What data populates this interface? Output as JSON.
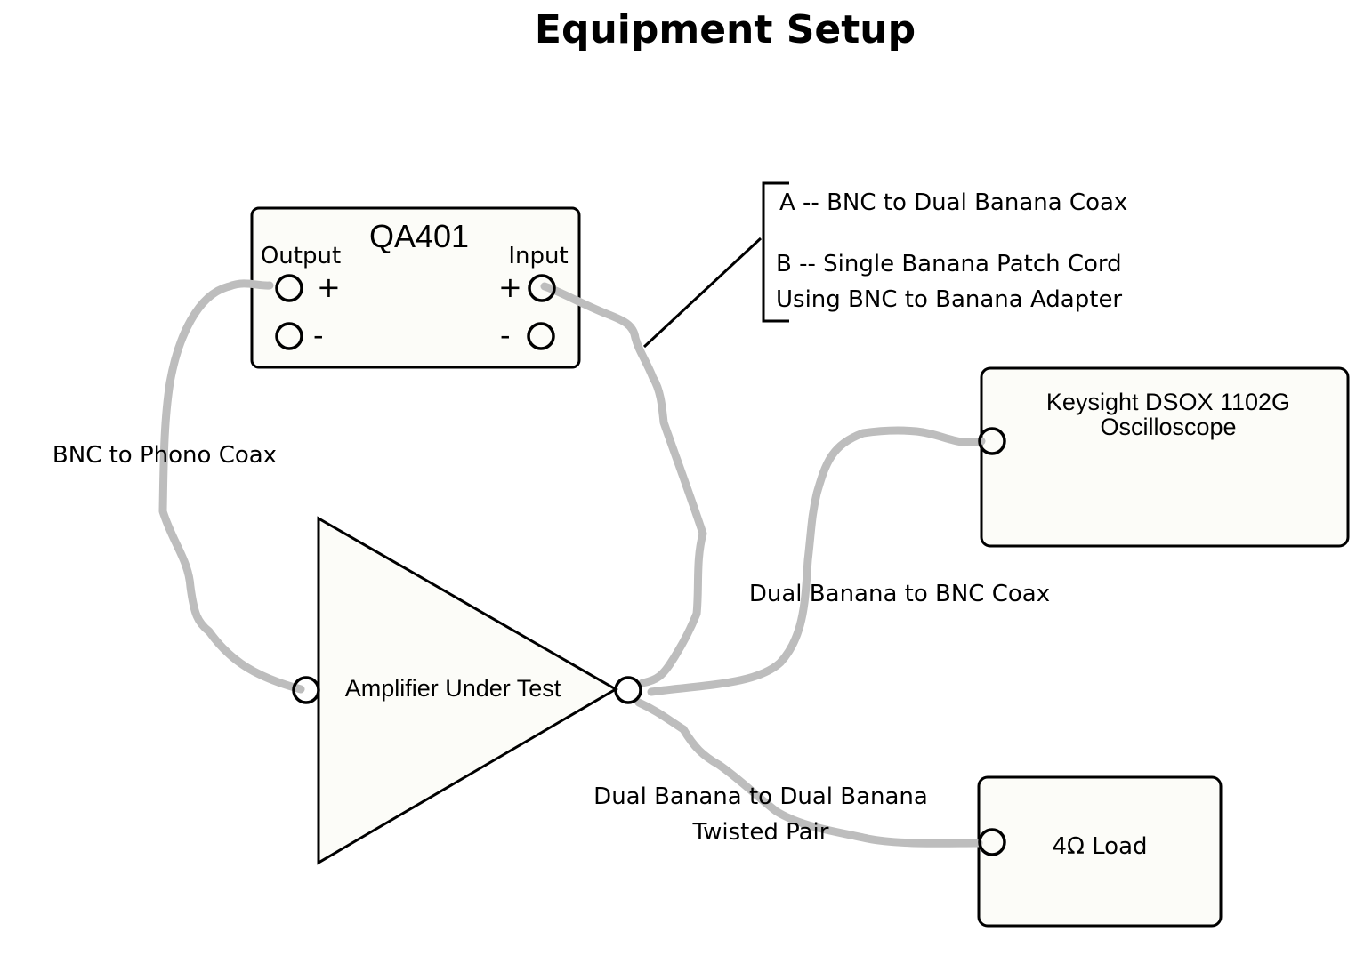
{
  "title": "Equipment Setup",
  "analyzer": {
    "name": "QA401",
    "output_label": "Output",
    "input_label": "Input",
    "plus": "+",
    "minus": "-"
  },
  "legend": {
    "line_a": "A  --  BNC to Dual Banana Coax",
    "line_b1": "B  --  Single Banana Patch Cord",
    "line_b2": "Using BNC to Banana Adapter"
  },
  "amplifier": {
    "label": "Amplifier Under Test"
  },
  "oscilloscope": {
    "line1": "Keysight DSOX 1102G",
    "line2": "Oscilloscope"
  },
  "load": {
    "label": "4Ω Load"
  },
  "cables": {
    "bnc_phono": "BNC to Phono Coax",
    "banana_bnc": "Dual Banana to BNC Coax",
    "twisted_line1": "Dual Banana to Dual Banana",
    "twisted_line2": "Twisted Pair"
  },
  "colors": {
    "cable": "#bdbdbd",
    "box_fill": "#fcfcf8",
    "stroke": "#000000"
  }
}
